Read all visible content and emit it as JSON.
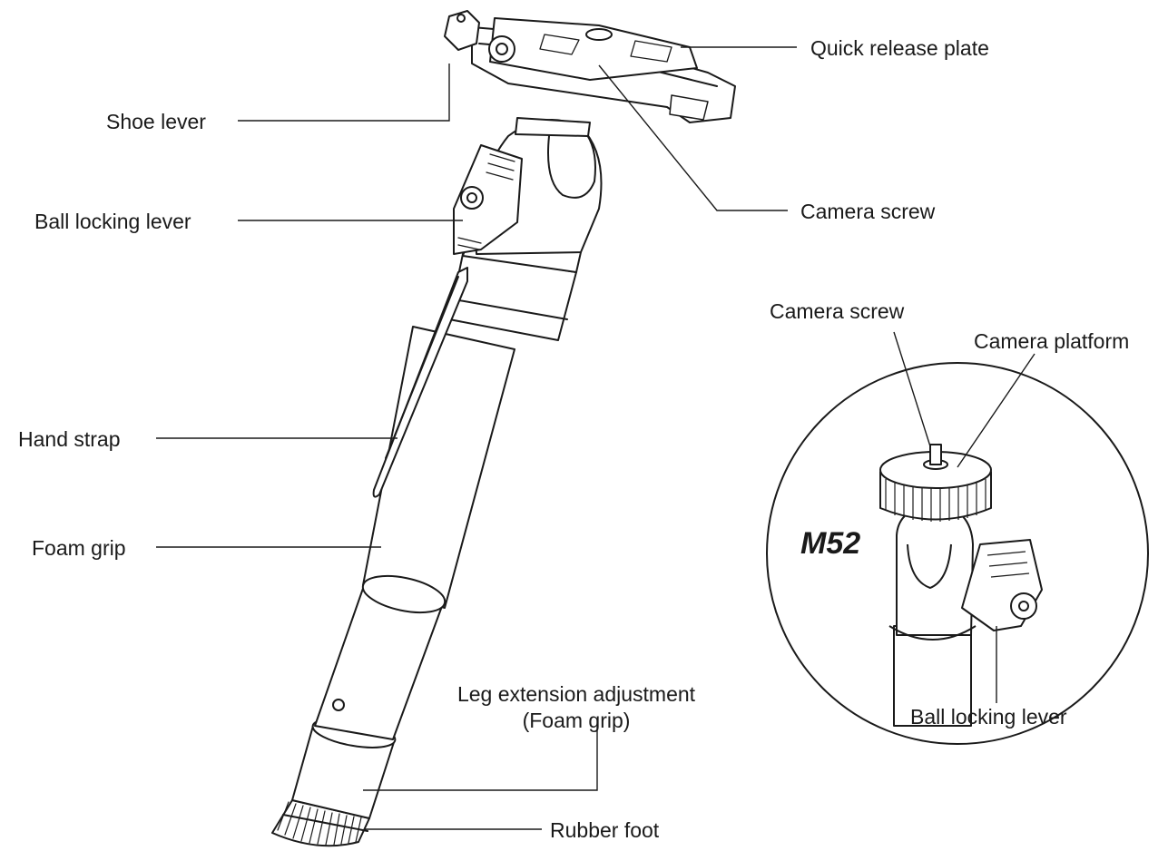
{
  "labels": {
    "quick_release_plate": "Quick release plate",
    "shoe_lever": "Shoe lever",
    "camera_screw_main": "Camera screw",
    "ball_locking_lever_main": "Ball locking lever",
    "hand_strap": "Hand strap",
    "foam_grip": "Foam grip",
    "leg_extension_line1": "Leg extension adjustment",
    "leg_extension_line2": "(Foam grip)",
    "rubber_foot": "Rubber foot"
  },
  "inset": {
    "model": "M52",
    "camera_screw": "Camera screw",
    "camera_platform": "Camera platform",
    "ball_locking_lever": "Ball locking lever"
  }
}
